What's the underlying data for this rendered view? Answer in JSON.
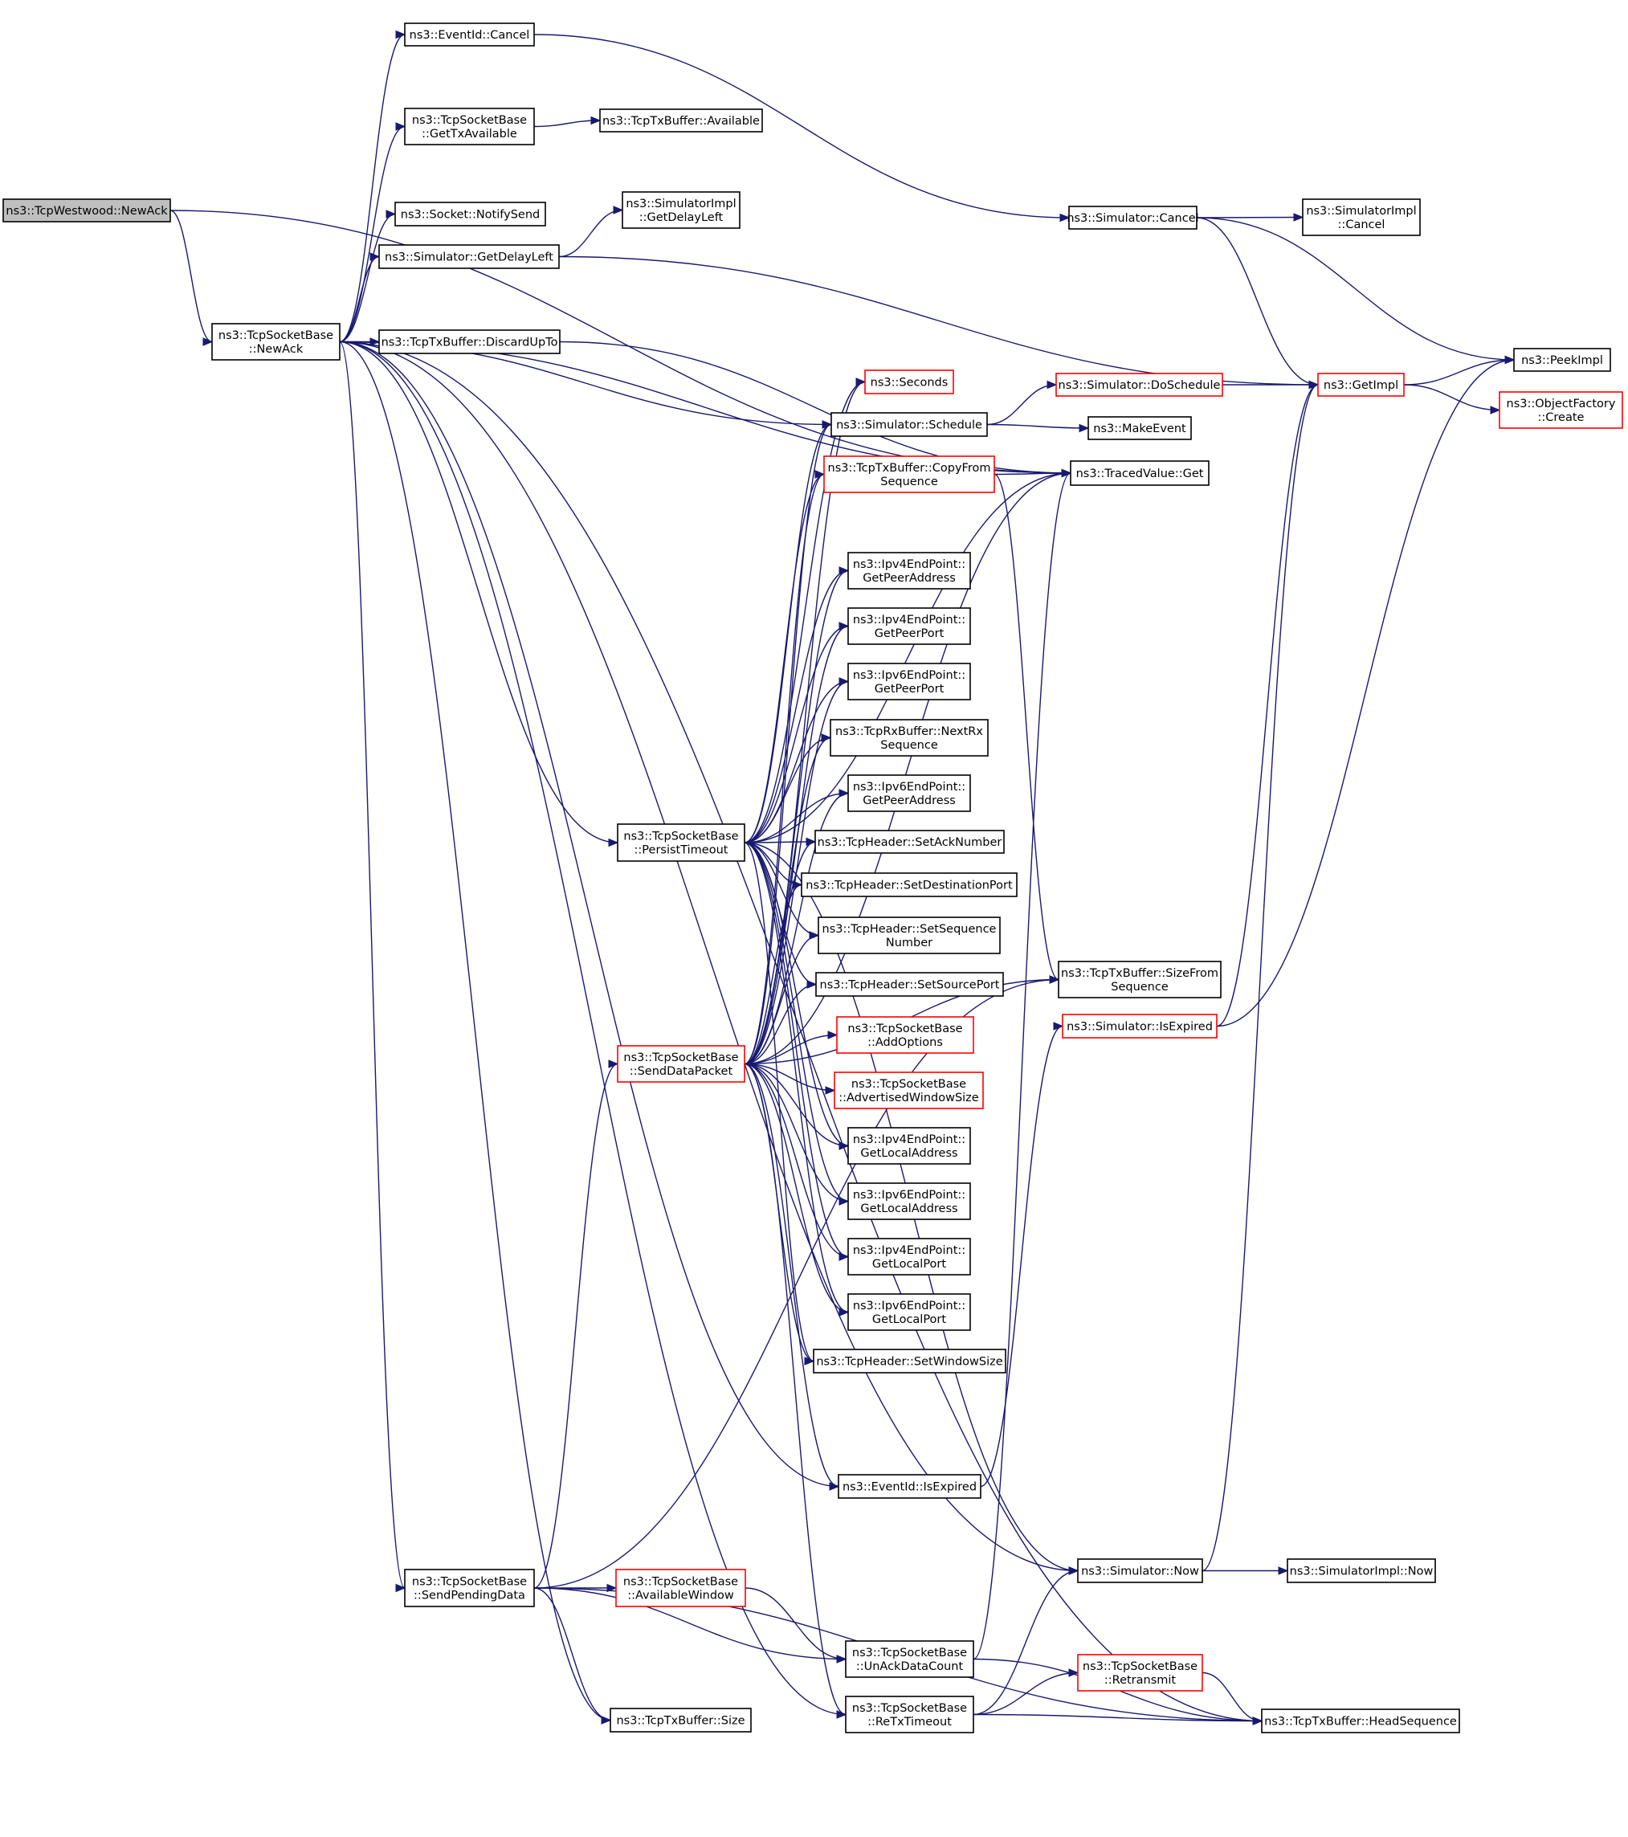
{
  "colors": {
    "edge": "#191970",
    "border_normal": "#000000",
    "border_truncated": "#ff0000",
    "root_fill": "#bfbfbf",
    "fill": "#ffffff"
  },
  "nodes": [
    {
      "id": "tcpwestwood_newack",
      "label": [
        "ns3::TcpWestwood::NewAck"
      ],
      "style": "root"
    },
    {
      "id": "tcpsocketbase_newack",
      "label": [
        "ns3::TcpSocketBase",
        "::NewAck"
      ],
      "style": "normal"
    },
    {
      "id": "eventid_cancel",
      "label": [
        "ns3::EventId::Cancel"
      ],
      "style": "normal"
    },
    {
      "id": "tcpsocketbase_gettxavailable",
      "label": [
        "ns3::TcpSocketBase",
        "::GetTxAvailable"
      ],
      "style": "normal"
    },
    {
      "id": "tcptxbuffer_available",
      "label": [
        "ns3::TcpTxBuffer::Available"
      ],
      "style": "normal"
    },
    {
      "id": "socket_notifysend",
      "label": [
        "ns3::Socket::NotifySend"
      ],
      "style": "normal"
    },
    {
      "id": "simulatorimpl_getdelayleft",
      "label": [
        "ns3::SimulatorImpl",
        "::GetDelayLeft"
      ],
      "style": "normal"
    },
    {
      "id": "simulator_getdelayleft",
      "label": [
        "ns3::Simulator::GetDelayLeft"
      ],
      "style": "normal"
    },
    {
      "id": "tcptxbuffer_discardupto",
      "label": [
        "ns3::TcpTxBuffer::DiscardUpTo"
      ],
      "style": "normal"
    },
    {
      "id": "simulator_cancel",
      "label": [
        "ns3::Simulator::Cancel"
      ],
      "style": "normal"
    },
    {
      "id": "simulatorimpl_cancel",
      "label": [
        "ns3::SimulatorImpl",
        "::Cancel"
      ],
      "style": "normal"
    },
    {
      "id": "peekimpl",
      "label": [
        "ns3::PeekImpl"
      ],
      "style": "normal"
    },
    {
      "id": "getimpl",
      "label": [
        "ns3::GetImpl"
      ],
      "style": "truncated"
    },
    {
      "id": "objectfactory_create",
      "label": [
        "ns3::ObjectFactory",
        "::Create"
      ],
      "style": "truncated"
    },
    {
      "id": "simulator_doschedule",
      "label": [
        "ns3::Simulator::DoSchedule"
      ],
      "style": "truncated"
    },
    {
      "id": "seconds",
      "label": [
        "ns3::Seconds"
      ],
      "style": "truncated"
    },
    {
      "id": "simulator_schedule",
      "label": [
        "ns3::Simulator::Schedule"
      ],
      "style": "normal"
    },
    {
      "id": "makeevent",
      "label": [
        "ns3::MakeEvent"
      ],
      "style": "normal"
    },
    {
      "id": "tracedvalue_get",
      "label": [
        "ns3::TracedValue::Get"
      ],
      "style": "normal"
    },
    {
      "id": "tcptxbuffer_copyfromsequence",
      "label": [
        "ns3::TcpTxBuffer::CopyFrom",
        "Sequence"
      ],
      "style": "truncated"
    },
    {
      "id": "ipv4endpoint_getpeeraddress",
      "label": [
        "ns3::Ipv4EndPoint::",
        "GetPeerAddress"
      ],
      "style": "normal"
    },
    {
      "id": "ipv4endpoint_getpeerport",
      "label": [
        "ns3::Ipv4EndPoint::",
        "GetPeerPort"
      ],
      "style": "normal"
    },
    {
      "id": "ipv6endpoint_getpeerport",
      "label": [
        "ns3::Ipv6EndPoint::",
        "GetPeerPort"
      ],
      "style": "normal"
    },
    {
      "id": "tcprxbuffer_nextrxsequence",
      "label": [
        "ns3::TcpRxBuffer::NextRx",
        "Sequence"
      ],
      "style": "normal"
    },
    {
      "id": "ipv6endpoint_getpeeraddress",
      "label": [
        "ns3::Ipv6EndPoint::",
        "GetPeerAddress"
      ],
      "style": "normal"
    },
    {
      "id": "tcpsocketbase_persisttimeout",
      "label": [
        "ns3::TcpSocketBase",
        "::PersistTimeout"
      ],
      "style": "normal"
    },
    {
      "id": "tcpheader_setacknumber",
      "label": [
        "ns3::TcpHeader::SetAckNumber"
      ],
      "style": "normal"
    },
    {
      "id": "tcpheader_setdestinationport",
      "label": [
        "ns3::TcpHeader::SetDestinationPort"
      ],
      "style": "normal"
    },
    {
      "id": "tcpheader_setsequencenumber",
      "label": [
        "ns3::TcpHeader::SetSequence",
        "Number"
      ],
      "style": "normal"
    },
    {
      "id": "tcpheader_setsourceport",
      "label": [
        "ns3::TcpHeader::SetSourcePort"
      ],
      "style": "normal"
    },
    {
      "id": "tcptxbuffer_sizefromsequence",
      "label": [
        "ns3::TcpTxBuffer::SizeFrom",
        "Sequence"
      ],
      "style": "normal"
    },
    {
      "id": "simulator_isexpired",
      "label": [
        "ns3::Simulator::IsExpired"
      ],
      "style": "truncated"
    },
    {
      "id": "tcpsocketbase_senddatapacket",
      "label": [
        "ns3::TcpSocketBase",
        "::SendDataPacket"
      ],
      "style": "truncated"
    },
    {
      "id": "tcpsocketbase_addoptions",
      "label": [
        "ns3::TcpSocketBase",
        "::AddOptions"
      ],
      "style": "truncated"
    },
    {
      "id": "tcpsocketbase_advertisedwindowsize",
      "label": [
        "ns3::TcpSocketBase",
        "::AdvertisedWindowSize"
      ],
      "style": "truncated"
    },
    {
      "id": "ipv4endpoint_getlocaladdress",
      "label": [
        "ns3::Ipv4EndPoint::",
        "GetLocalAddress"
      ],
      "style": "normal"
    },
    {
      "id": "ipv6endpoint_getlocaladdress",
      "label": [
        "ns3::Ipv6EndPoint::",
        "GetLocalAddress"
      ],
      "style": "normal"
    },
    {
      "id": "ipv4endpoint_getlocalport",
      "label": [
        "ns3::Ipv4EndPoint::",
        "GetLocalPort"
      ],
      "style": "normal"
    },
    {
      "id": "ipv6endpoint_getlocalport",
      "label": [
        "ns3::Ipv6EndPoint::",
        "GetLocalPort"
      ],
      "style": "normal"
    },
    {
      "id": "tcpheader_setwindowsize",
      "label": [
        "ns3::TcpHeader::SetWindowSize"
      ],
      "style": "normal"
    },
    {
      "id": "eventid_isexpired",
      "label": [
        "ns3::EventId::IsExpired"
      ],
      "style": "normal"
    },
    {
      "id": "simulator_now",
      "label": [
        "ns3::Simulator::Now"
      ],
      "style": "normal"
    },
    {
      "id": "simulatorimpl_now",
      "label": [
        "ns3::SimulatorImpl::Now"
      ],
      "style": "normal"
    },
    {
      "id": "tcpsocketbase_sendpendingdata",
      "label": [
        "ns3::TcpSocketBase",
        "::SendPendingData"
      ],
      "style": "normal"
    },
    {
      "id": "tcpsocketbase_availablewindow",
      "label": [
        "ns3::TcpSocketBase",
        "::AvailableWindow"
      ],
      "style": "truncated"
    },
    {
      "id": "tcpsocketbase_unackdatacount",
      "label": [
        "ns3::TcpSocketBase",
        "::UnAckDataCount"
      ],
      "style": "normal"
    },
    {
      "id": "tcpsocketbase_retransmit",
      "label": [
        "ns3::TcpSocketBase",
        "::Retransmit"
      ],
      "style": "truncated"
    },
    {
      "id": "tcptxbuffer_size",
      "label": [
        "ns3::TcpTxBuffer::Size"
      ],
      "style": "normal"
    },
    {
      "id": "tcpsocketbase_retxtimeout",
      "label": [
        "ns3::TcpSocketBase",
        "::ReTxTimeout"
      ],
      "style": "normal"
    },
    {
      "id": "tcptxbuffer_headsequence",
      "label": [
        "ns3::TcpTxBuffer::HeadSequence"
      ],
      "style": "normal"
    }
  ],
  "edges": [
    [
      "tcpwestwood_newack",
      "tcpsocketbase_newack"
    ],
    [
      "tcpwestwood_newack",
      "tracedvalue_get"
    ],
    [
      "tcpsocketbase_newack",
      "eventid_cancel"
    ],
    [
      "tcpsocketbase_newack",
      "tcpsocketbase_gettxavailable"
    ],
    [
      "tcpsocketbase_newack",
      "socket_notifysend"
    ],
    [
      "tcpsocketbase_newack",
      "simulator_getdelayleft"
    ],
    [
      "tcpsocketbase_newack",
      "tcptxbuffer_discardupto"
    ],
    [
      "tcpsocketbase_newack",
      "simulator_schedule"
    ],
    [
      "tcpsocketbase_newack",
      "tracedvalue_get"
    ],
    [
      "tcpsocketbase_newack",
      "tcpsocketbase_persisttimeout"
    ],
    [
      "tcpsocketbase_newack",
      "eventid_isexpired"
    ],
    [
      "tcpsocketbase_newack",
      "simulator_now"
    ],
    [
      "tcpsocketbase_newack",
      "tcpsocketbase_sendpendingdata"
    ],
    [
      "tcpsocketbase_newack",
      "tcptxbuffer_size"
    ],
    [
      "tcpsocketbase_newack",
      "tcpsocketbase_retxtimeout"
    ],
    [
      "tcpsocketbase_newack",
      "tcptxbuffer_headsequence"
    ],
    [
      "eventid_cancel",
      "simulator_cancel"
    ],
    [
      "tcpsocketbase_gettxavailable",
      "tcptxbuffer_available"
    ],
    [
      "simulator_getdelayleft",
      "simulatorimpl_getdelayleft"
    ],
    [
      "simulator_getdelayleft",
      "getimpl"
    ],
    [
      "tcptxbuffer_discardupto",
      "tracedvalue_get"
    ],
    [
      "simulator_cancel",
      "simulatorimpl_cancel"
    ],
    [
      "simulator_cancel",
      "getimpl"
    ],
    [
      "simulator_cancel",
      "peekimpl"
    ],
    [
      "getimpl",
      "peekimpl"
    ],
    [
      "getimpl",
      "objectfactory_create"
    ],
    [
      "simulator_doschedule",
      "getimpl"
    ],
    [
      "simulator_schedule",
      "simulator_doschedule"
    ],
    [
      "simulator_schedule",
      "makeevent"
    ],
    [
      "tcptxbuffer_copyfromsequence",
      "tracedvalue_get"
    ],
    [
      "tcptxbuffer_copyfromsequence",
      "tcptxbuffer_sizefromsequence"
    ],
    [
      "tcpsocketbase_persisttimeout",
      "seconds"
    ],
    [
      "tcpsocketbase_persisttimeout",
      "simulator_schedule"
    ],
    [
      "tcpsocketbase_persisttimeout",
      "tcptxbuffer_copyfromsequence"
    ],
    [
      "tcpsocketbase_persisttimeout",
      "ipv4endpoint_getpeeraddress"
    ],
    [
      "tcpsocketbase_persisttimeout",
      "ipv4endpoint_getpeerport"
    ],
    [
      "tcpsocketbase_persisttimeout",
      "ipv6endpoint_getpeerport"
    ],
    [
      "tcpsocketbase_persisttimeout",
      "tcprxbuffer_nextrxsequence"
    ],
    [
      "tcpsocketbase_persisttimeout",
      "ipv6endpoint_getpeeraddress"
    ],
    [
      "tcpsocketbase_persisttimeout",
      "tcpheader_setacknumber"
    ],
    [
      "tcpsocketbase_persisttimeout",
      "tcpheader_setdestinationport"
    ],
    [
      "tcpsocketbase_persisttimeout",
      "tcpheader_setsequencenumber"
    ],
    [
      "tcpsocketbase_persisttimeout",
      "tcpheader_setsourceport"
    ],
    [
      "tcpsocketbase_persisttimeout",
      "ipv4endpoint_getlocaladdress"
    ],
    [
      "tcpsocketbase_persisttimeout",
      "ipv6endpoint_getlocaladdress"
    ],
    [
      "tcpsocketbase_persisttimeout",
      "ipv4endpoint_getlocalport"
    ],
    [
      "tcpsocketbase_persisttimeout",
      "ipv6endpoint_getlocalport"
    ],
    [
      "tcpsocketbase_persisttimeout",
      "tcpheader_setwindowsize"
    ],
    [
      "tcpsocketbase_persisttimeout",
      "tracedvalue_get"
    ],
    [
      "tcpsocketbase_persisttimeout",
      "simulator_now"
    ],
    [
      "tcpsocketbase_senddatapacket",
      "seconds"
    ],
    [
      "tcpsocketbase_senddatapacket",
      "simulator_schedule"
    ],
    [
      "tcpsocketbase_senddatapacket",
      "tcptxbuffer_copyfromsequence"
    ],
    [
      "tcpsocketbase_senddatapacket",
      "ipv4endpoint_getpeeraddress"
    ],
    [
      "tcpsocketbase_senddatapacket",
      "ipv4endpoint_getpeerport"
    ],
    [
      "tcpsocketbase_senddatapacket",
      "ipv6endpoint_getpeerport"
    ],
    [
      "tcpsocketbase_senddatapacket",
      "tcprxbuffer_nextrxsequence"
    ],
    [
      "tcpsocketbase_senddatapacket",
      "ipv6endpoint_getpeeraddress"
    ],
    [
      "tcpsocketbase_senddatapacket",
      "tcpheader_setacknumber"
    ],
    [
      "tcpsocketbase_senddatapacket",
      "tcpheader_setdestinationport"
    ],
    [
      "tcpsocketbase_senddatapacket",
      "tcpheader_setsequencenumber"
    ],
    [
      "tcpsocketbase_senddatapacket",
      "tcpheader_setsourceport"
    ],
    [
      "tcpsocketbase_senddatapacket",
      "tcpsocketbase_addoptions"
    ],
    [
      "tcpsocketbase_senddatapacket",
      "tcpsocketbase_advertisedwindowsize"
    ],
    [
      "tcpsocketbase_senddatapacket",
      "ipv4endpoint_getlocaladdress"
    ],
    [
      "tcpsocketbase_senddatapacket",
      "ipv6endpoint_getlocaladdress"
    ],
    [
      "tcpsocketbase_senddatapacket",
      "ipv4endpoint_getlocalport"
    ],
    [
      "tcpsocketbase_senddatapacket",
      "ipv6endpoint_getlocalport"
    ],
    [
      "tcpsocketbase_senddatapacket",
      "tcpheader_setwindowsize"
    ],
    [
      "tcpsocketbase_senddatapacket",
      "eventid_isexpired"
    ],
    [
      "tcpsocketbase_senddatapacket",
      "tcptxbuffer_sizefromsequence"
    ],
    [
      "tcpsocketbase_senddatapacket",
      "tracedvalue_get"
    ],
    [
      "tcpsocketbase_senddatapacket",
      "tcpsocketbase_retxtimeout"
    ],
    [
      "eventid_isexpired",
      "simulator_isexpired"
    ],
    [
      "simulator_isexpired",
      "getimpl"
    ],
    [
      "simulator_isexpired",
      "peekimpl"
    ],
    [
      "simulator_now",
      "simulatorimpl_now"
    ],
    [
      "simulator_now",
      "getimpl"
    ],
    [
      "tcpsocketbase_sendpendingdata",
      "tcpsocketbase_senddatapacket"
    ],
    [
      "tcpsocketbase_sendpendingdata",
      "tcpsocketbase_availablewindow"
    ],
    [
      "tcpsocketbase_sendpendingdata",
      "tcpsocketbase_unackdatacount"
    ],
    [
      "tcpsocketbase_sendpendingdata",
      "tcptxbuffer_size"
    ],
    [
      "tcpsocketbase_sendpendingdata",
      "tcptxbuffer_sizefromsequence"
    ],
    [
      "tcpsocketbase_sendpendingdata",
      "tcptxbuffer_headsequence"
    ],
    [
      "tcpsocketbase_availablewindow",
      "tcpsocketbase_unackdatacount"
    ],
    [
      "tcpsocketbase_unackdatacount",
      "tcptxbuffer_headsequence"
    ],
    [
      "tcpsocketbase_unackdatacount",
      "tracedvalue_get"
    ],
    [
      "tcpsocketbase_retxtimeout",
      "simulator_now"
    ],
    [
      "tcpsocketbase_retxtimeout",
      "tcpsocketbase_retransmit"
    ],
    [
      "tcpsocketbase_retxtimeout",
      "tcptxbuffer_headsequence"
    ],
    [
      "tcpsocketbase_retransmit",
      "tcptxbuffer_headsequence"
    ]
  ]
}
